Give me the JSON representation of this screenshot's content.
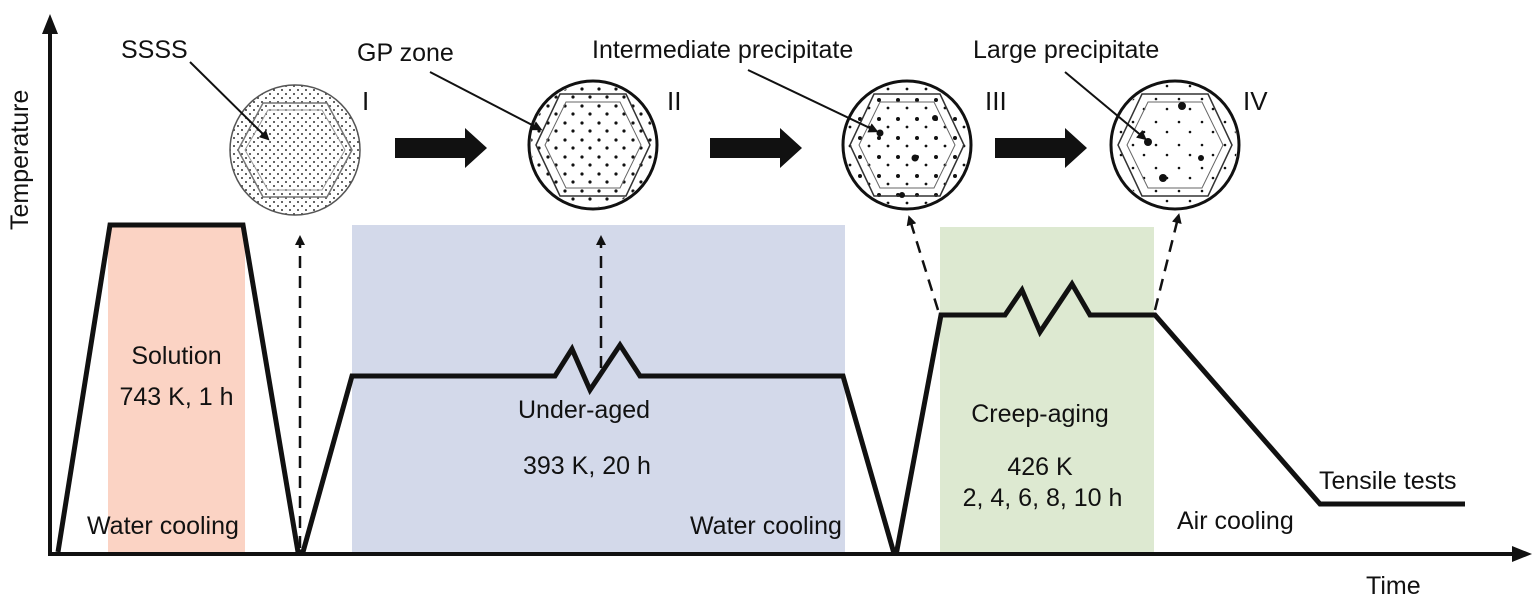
{
  "axes": {
    "y_label": "Temperature",
    "x_label": "Time"
  },
  "stages": [
    {
      "name": "Solution",
      "condition": "743 K, 1 h",
      "cooling": "Water cooling",
      "color": "#fbd3c4"
    },
    {
      "name": "Under-aged",
      "condition": "393 K, 20 h",
      "cooling": "Water cooling",
      "color": "#d3d9ea"
    },
    {
      "name": "Creep-aging",
      "condition_line1": "426 K",
      "condition_line2": "2, 4, 6, 8, 10 h",
      "cooling": "Air cooling",
      "color": "#dde9d1"
    }
  ],
  "end_label": "Tensile tests",
  "microstructures": [
    {
      "numeral": "I",
      "label": "SSSS"
    },
    {
      "numeral": "II",
      "label": "GP zone"
    },
    {
      "numeral": "III",
      "label": "Intermediate precipitate"
    },
    {
      "numeral": "IV",
      "label": "Large precipitate"
    }
  ]
}
